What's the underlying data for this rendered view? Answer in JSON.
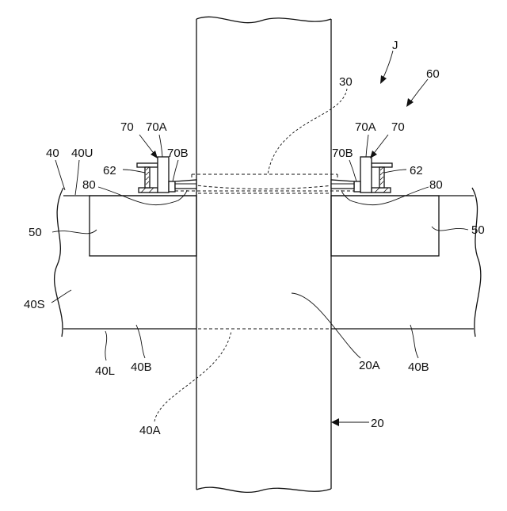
{
  "labels": {
    "J": "J",
    "l60": "60",
    "l30": "30",
    "l70_left": "70",
    "l70A_left": "70A",
    "l70A_right": "70A",
    "l70_right": "70",
    "l40": "40",
    "l40U": "40U",
    "l70B_left": "70B",
    "l70B_right": "70B",
    "l62_left": "62",
    "l62_right": "62",
    "l80_left": "80",
    "l80_right": "80",
    "l50_left": "50",
    "l50_right": "50",
    "l40S": "40S",
    "l40L": "40L",
    "l40B_left": "40B",
    "l20A": "20A",
    "l40B_right": "40B",
    "l40A": "40A",
    "l20": "20"
  }
}
